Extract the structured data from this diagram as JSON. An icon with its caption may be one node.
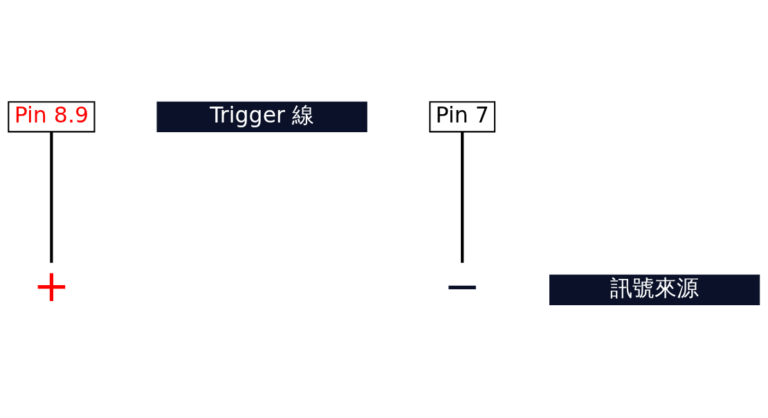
{
  "diagram": {
    "nodes": [
      {
        "text": [
          "Pin 8.9"
        ]
      },
      {
        "text": [
          "Trigger 線"
        ]
      },
      {
        "text": [
          "Pin 7"
        ]
      },
      {
        "text": [
          "+"
        ]
      },
      {
        "text": [
          "訊號來源"
        ]
      },
      {
        "text": [
          "−"
        ]
      }
    ],
    "edges": [
      {
        "from": 0,
        "to": 3,
        "arrow": "none"
      },
      {
        "from": 2,
        "to": 5,
        "arrow": "none"
      }
    ]
  }
}
